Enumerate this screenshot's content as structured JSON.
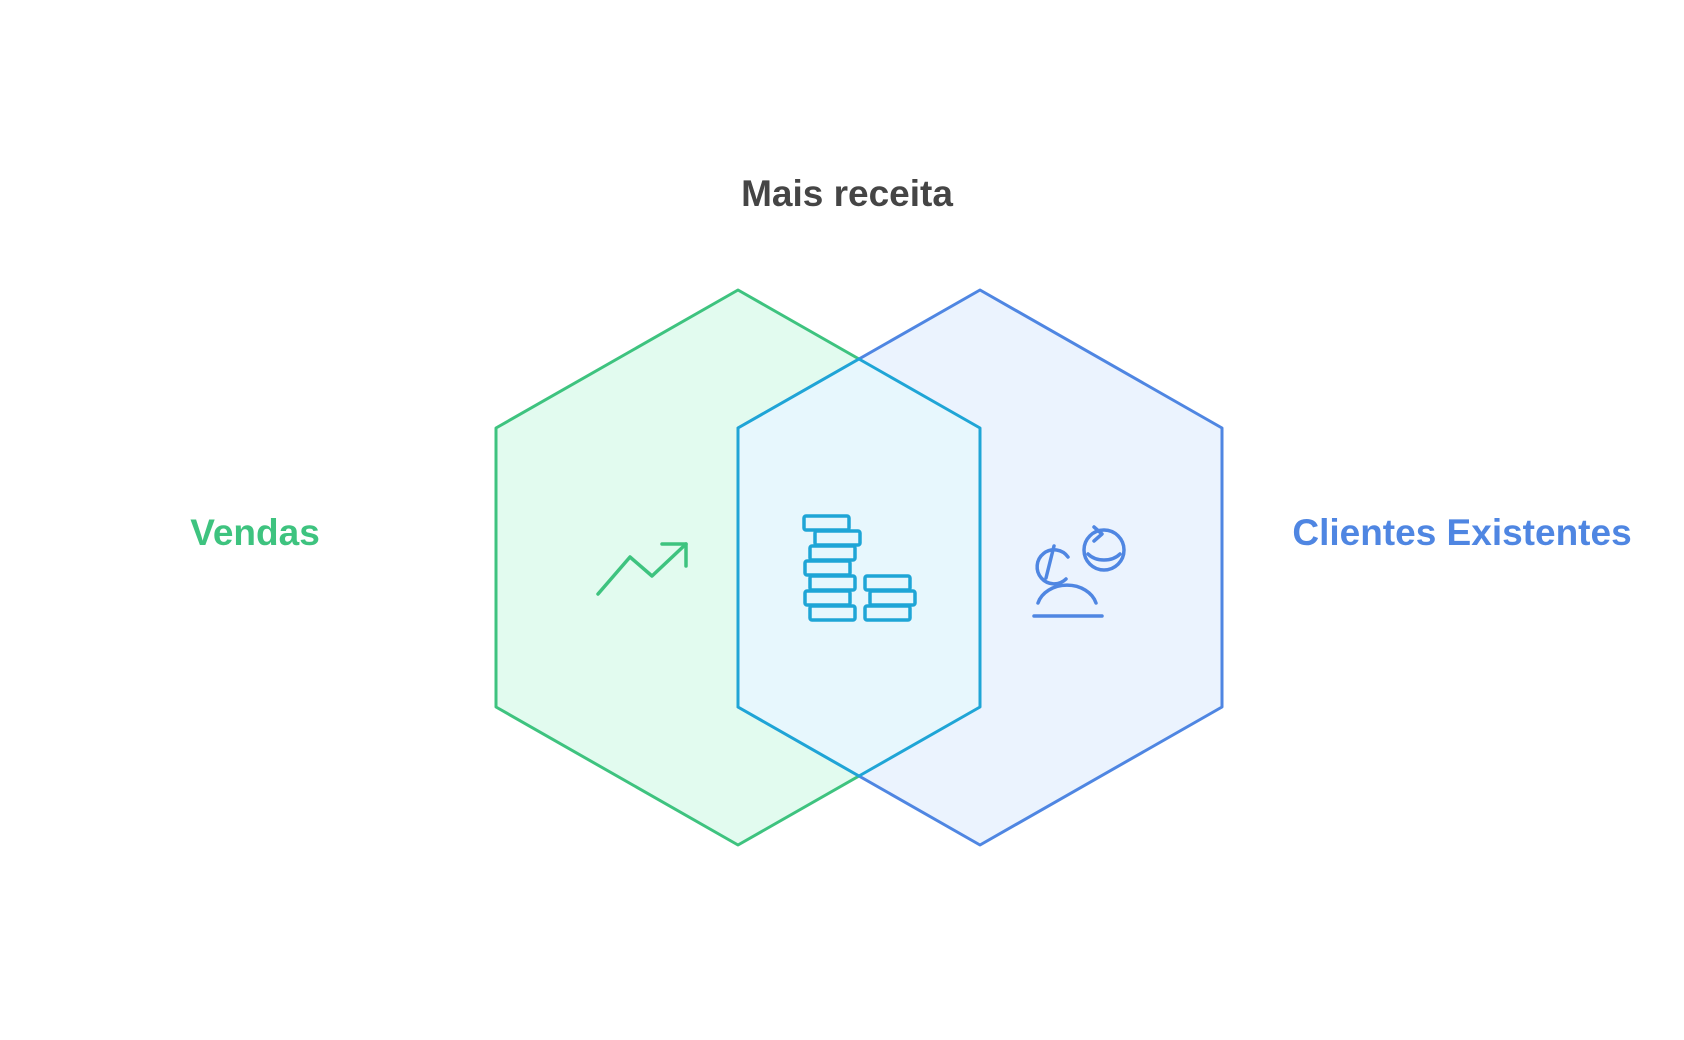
{
  "diagram": {
    "title": "Mais receita",
    "left_set": {
      "label": "Vendas",
      "icon": "trending-up-icon",
      "color": "#3EC37F",
      "fill": "#E2FBEF"
    },
    "right_set": {
      "label": "Clientes Existentes",
      "icon": "returning-customer-icon",
      "color": "#4F86E2",
      "fill": "#EBF3FE"
    },
    "intersection": {
      "icon": "coin-stacks-icon",
      "color": "#1FA5D6",
      "fill": "#E7F7FD"
    },
    "title_color": "#454545"
  }
}
